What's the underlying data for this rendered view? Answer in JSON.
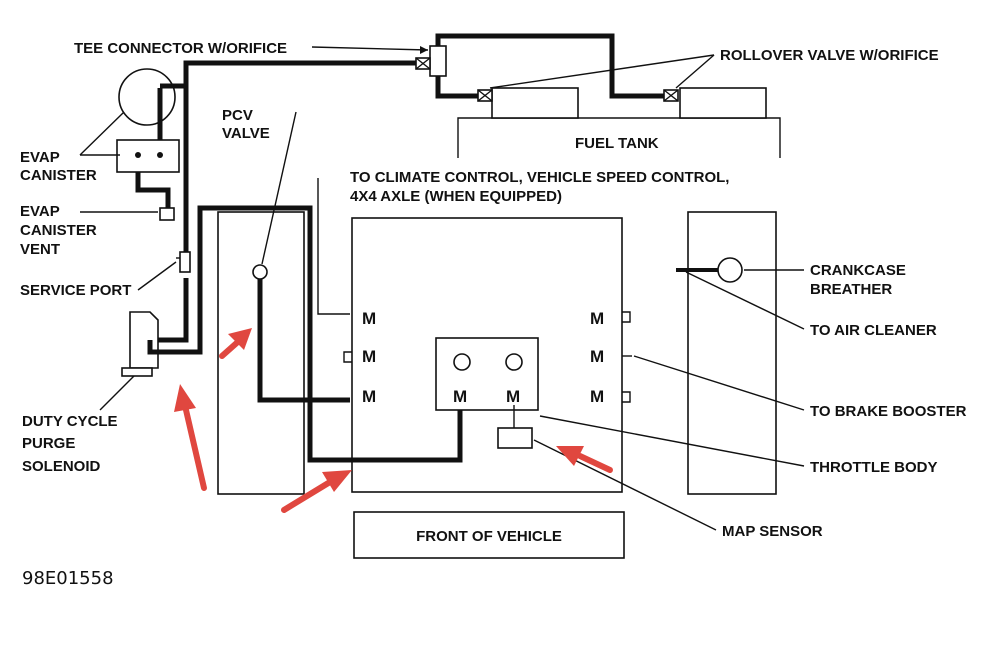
{
  "labels": {
    "tee_connector": "TEE CONNECTOR W/ORIFICE",
    "rollover_valve": "ROLLOVER VALVE W/ORIFICE",
    "fuel_tank": "FUEL TANK",
    "pcv_valve_line1": "PCV",
    "pcv_valve_line2": "VALVE",
    "evap_canister_line1": "EVAP",
    "evap_canister_line2": "CANISTER",
    "evap_vent_line1": "EVAP",
    "evap_vent_line2": "CANISTER",
    "evap_vent_line3": "VENT",
    "service_port": "SERVICE PORT",
    "climate_line1": "TO CLIMATE CONTROL, VEHICLE SPEED CONTROL,",
    "climate_line2": "4X4 AXLE (WHEN EQUIPPED)",
    "crankcase_line1": "CRANKCASE",
    "crankcase_line2": "BREATHER",
    "air_cleaner": "TO AIR CLEANER",
    "brake_booster": "TO BRAKE BOOSTER",
    "throttle_body": "THROTTLE BODY",
    "map_sensor": "MAP SENSOR",
    "purge_line1": "DUTY CYCLE",
    "purge_line2": "PURGE",
    "purge_line3": "SOLENOID",
    "front_of_vehicle": "FRONT OF VEHICLE",
    "figure_id": "98E01558",
    "manifold_port": "M"
  },
  "colors": {
    "line": "#111111",
    "highlight_arrow": "#e0473f",
    "background": "#ffffff"
  }
}
